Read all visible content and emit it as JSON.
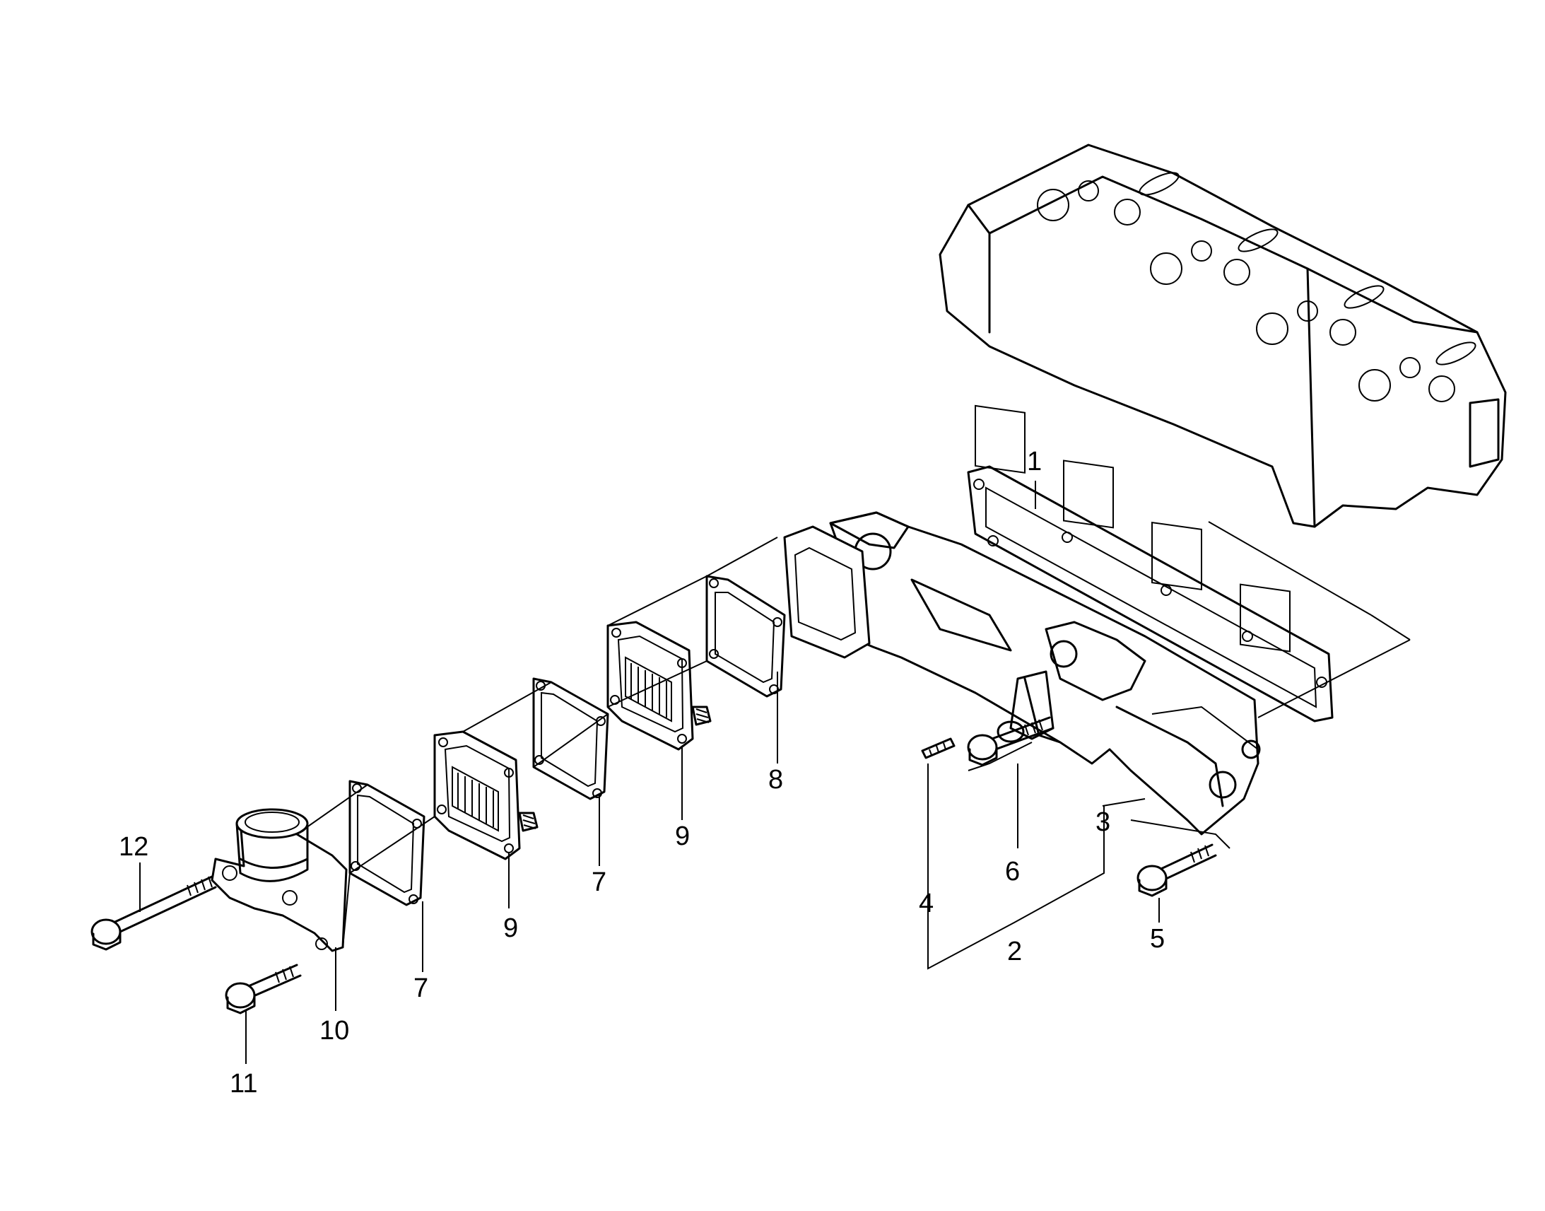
{
  "callouts": {
    "c1": "1",
    "c2": "2",
    "c3": "3",
    "c4": "4",
    "c5": "5",
    "c6": "6",
    "c7a": "7",
    "c7b": "7",
    "c8": "8",
    "c9a": "9",
    "c9b": "9",
    "c10": "10",
    "c11": "11",
    "c12": "12"
  },
  "colors": {
    "line": "#000000",
    "background": "#ffffff"
  }
}
